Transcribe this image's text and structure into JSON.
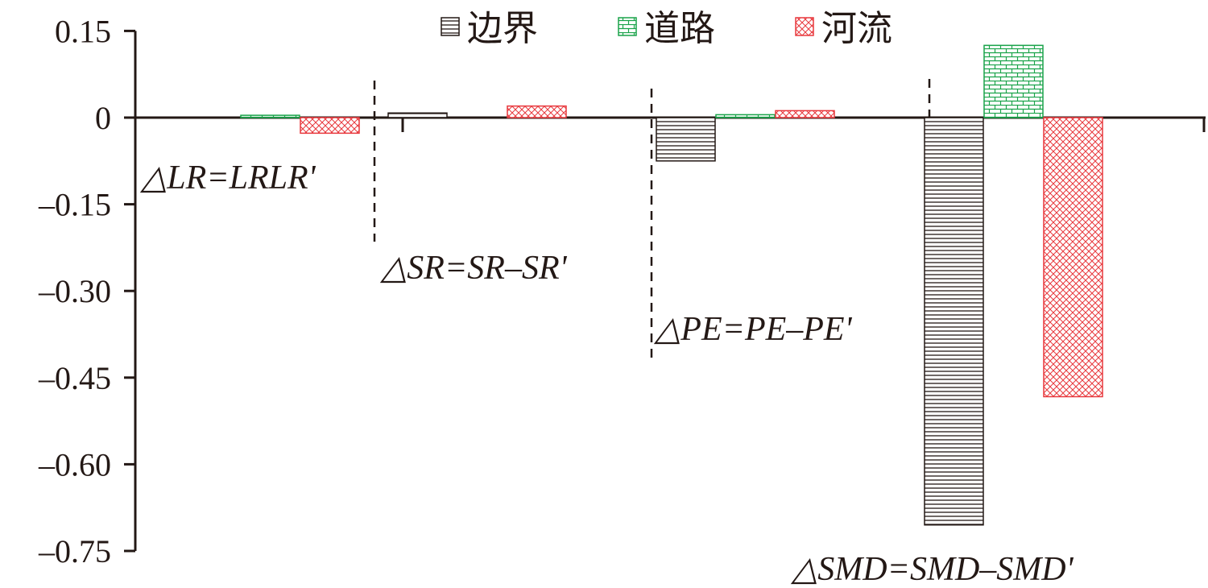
{
  "chart_data": {
    "type": "bar",
    "categories": [
      "△LR=LRLR'",
      "△SR=SR–SR'",
      "△PE=PE–PE'",
      "△SMD=SMD–SMD'"
    ],
    "series": [
      {
        "name": "边界",
        "values": [
          0,
          0.008,
          -0.075,
          -0.705
        ],
        "color": "#231815",
        "pattern": "horizontal-lines"
      },
      {
        "name": "道路",
        "values": [
          0.004,
          0,
          0.005,
          0.125
        ],
        "color": "#1aa34a",
        "pattern": "brick"
      },
      {
        "name": "河流",
        "values": [
          -0.027,
          0.02,
          0.012,
          -0.483
        ],
        "color": "#e8383d",
        "pattern": "crosshatch"
      }
    ],
    "yticks": [
      "0.15",
      "0",
      "–0.15",
      "–0.30",
      "–0.45",
      "–0.60",
      "–0.75"
    ],
    "ytick_values": [
      0.15,
      0,
      -0.15,
      -0.3,
      -0.45,
      -0.6,
      -0.75
    ],
    "ylim": [
      -0.75,
      0.15
    ],
    "legend_position": "top",
    "grid": false
  }
}
